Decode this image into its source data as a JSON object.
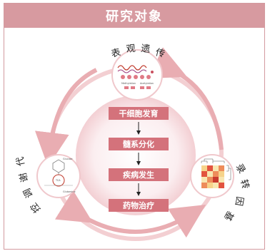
{
  "header": {
    "title": "研究对象"
  },
  "nodes": {
    "top": {
      "label_chars": [
        "表",
        "观",
        "遗",
        "传"
      ],
      "mini_labels": [
        "Methylation",
        "Acetylation"
      ]
    },
    "left": {
      "label_chars": [
        "代",
        "谢",
        "调",
        "控"
      ],
      "mini_labels": [
        "Glucose",
        "TCA",
        "Glutamine"
      ]
    },
    "right": {
      "label_chars": [
        "基",
        "因",
        "转",
        "录"
      ]
    }
  },
  "steps": [
    {
      "label": "干细胞发育"
    },
    {
      "label": "髓系分化"
    },
    {
      "label": "疾病发生"
    },
    {
      "label": "药物治疗"
    }
  ],
  "colors": {
    "title_bar": "#d79aa0",
    "step_box": "#d4727b",
    "ring": "#f3cfd2",
    "disc": "#f7e3e5",
    "arrow": "#e9adb2"
  }
}
